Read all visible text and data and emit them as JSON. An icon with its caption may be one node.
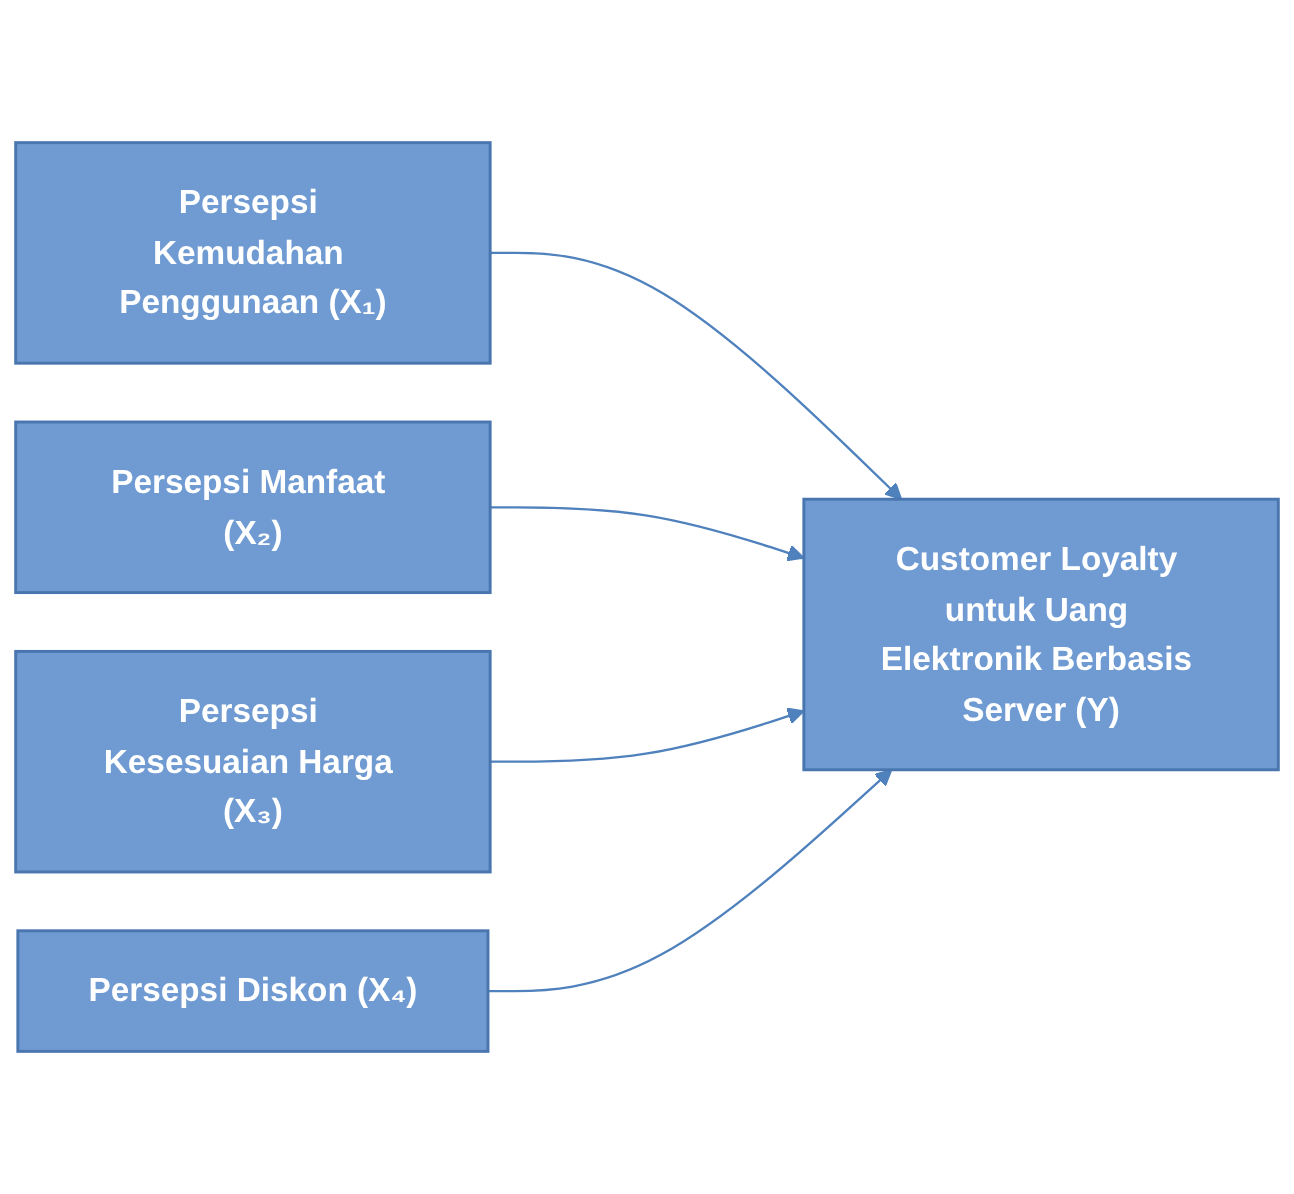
{
  "diagram": {
    "nodes": [
      {
        "text": [
          "Persepsi Kemudahan Penggunaan (X₁)"
        ]
      },
      {
        "text": [
          "Persepsi Manfaat (X₂)"
        ]
      },
      {
        "text": [
          "Persepsi Kesesuaian Harga (X₃)"
        ]
      },
      {
        "text": [
          "Persepsi Diskon (X₄)"
        ]
      },
      {
        "text": [
          "Customer Loyalty untuk Uang Elektronik Berbasis Server (Y)"
        ]
      }
    ],
    "edges": [
      {
        "from": 0,
        "to": 4,
        "arrow": "to"
      },
      {
        "from": 1,
        "to": 4,
        "arrow": "to"
      },
      {
        "from": 2,
        "to": 4,
        "arrow": "to"
      },
      {
        "from": 3,
        "to": 4,
        "arrow": "to"
      }
    ]
  }
}
